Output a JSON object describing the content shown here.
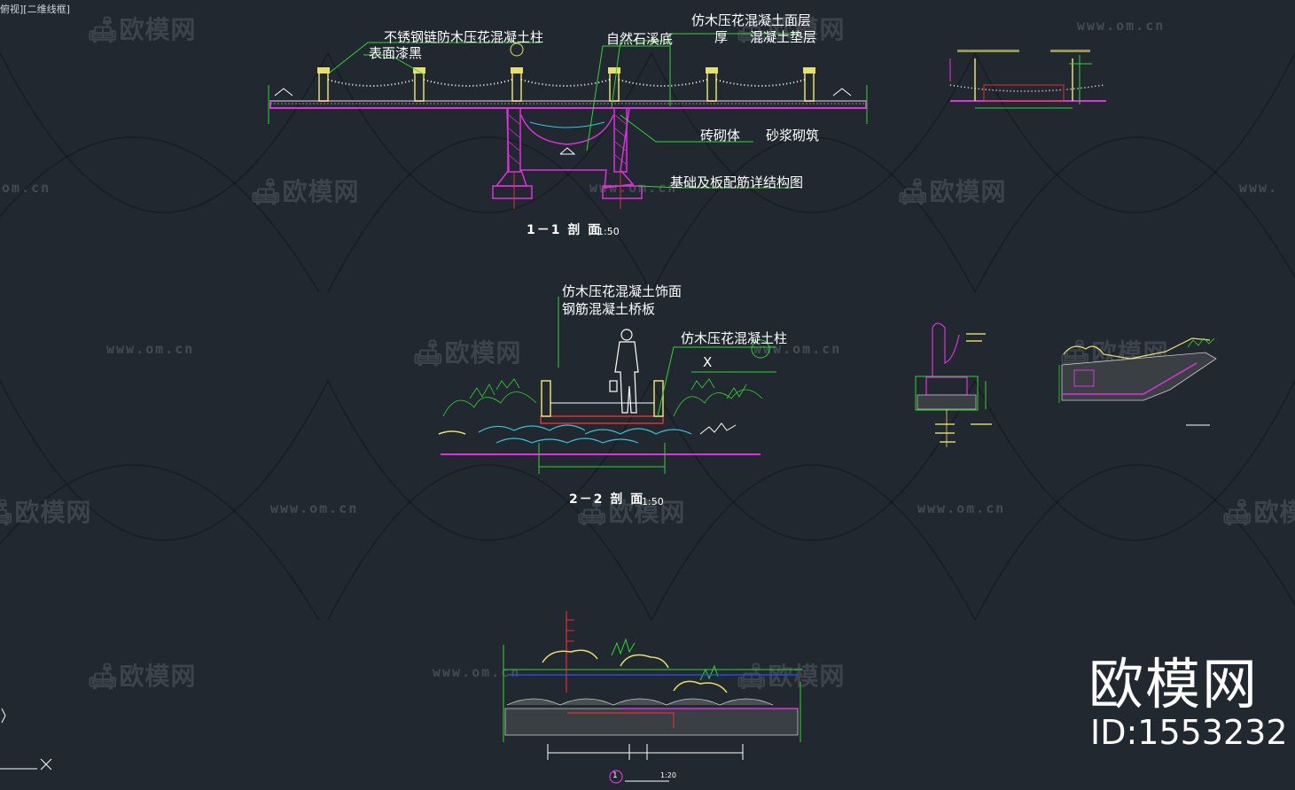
{
  "viewport": {
    "label": "俯视][二维线框]"
  },
  "watermark": {
    "brand_text": "欧模网",
    "url_text": "www.om.cn",
    "url_text_left": "om.cn",
    "url_text_right": "www.",
    "icon": "sofa-icon"
  },
  "drawing": {
    "section_1_1": {
      "title": "1－1 剖 面",
      "scale": "1:50",
      "labels": {
        "rail_post": "不锈钢链防木压花混凝土柱",
        "surface_paint": "表面漆黑",
        "stone_bed": "自然石溪底",
        "deck_top": "仿木压花混凝土面层",
        "thickness": "厚",
        "concrete_layer": "混凝土垫层",
        "masonry": "砖砌体",
        "mortar": "砂浆砌筑",
        "foundation": "基础及板配筋详结构图"
      }
    },
    "section_2_2": {
      "title": "2－2 剖 面",
      "scale": "1:50",
      "labels": {
        "deck_finish": "仿木压花混凝土饰面",
        "slab": "钢筋混凝土桥板",
        "post": "仿木压花混凝土柱",
        "marker": "X"
      }
    },
    "section_bottom": {
      "number": "1",
      "scale": "1:20"
    }
  },
  "brand": {
    "name": "欧模网",
    "id": "ID:1553232"
  },
  "colors": {
    "background": "#212830",
    "cad_yellow": "#e8e06a",
    "cad_green": "#2fd62f",
    "cad_magenta": "#e030e0",
    "cad_red": "#e03030",
    "cad_cyan": "#30c8e0",
    "cad_white": "#ffffff"
  }
}
